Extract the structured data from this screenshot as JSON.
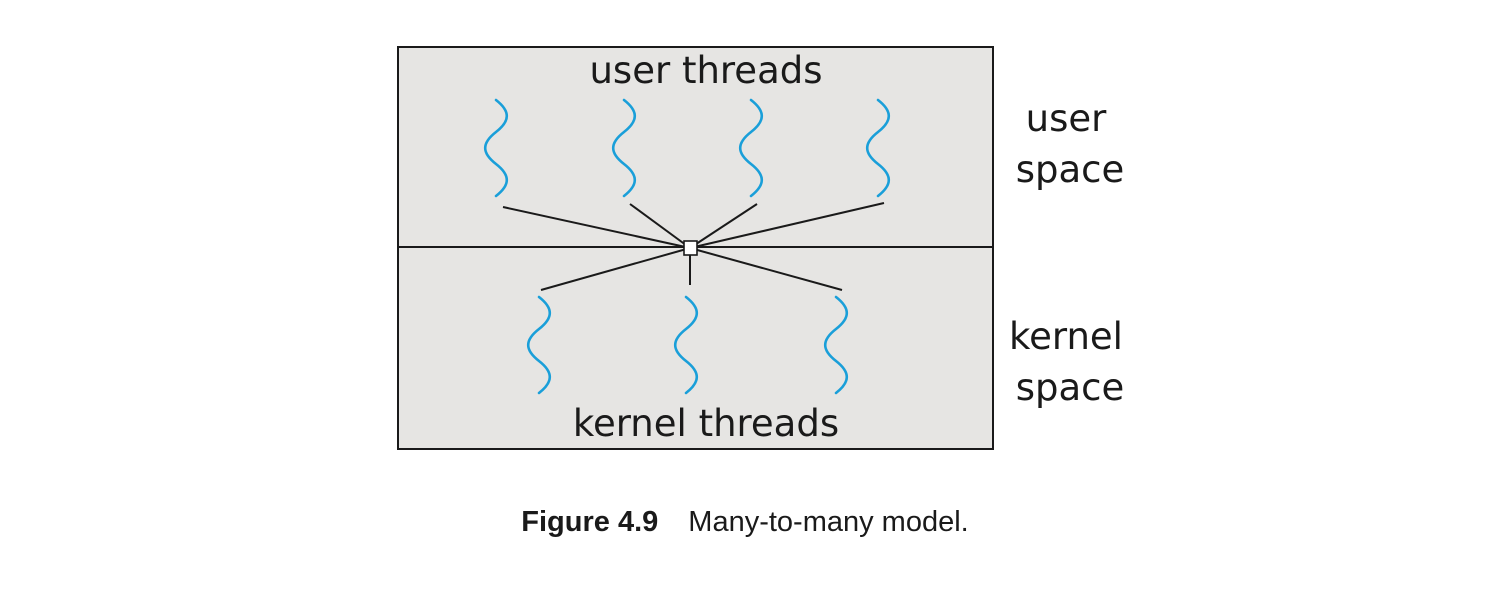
{
  "labels": {
    "user_threads": "user threads",
    "kernel_threads": "kernel threads",
    "user_space_line1": "user",
    "user_space_line2": "space",
    "kernel_space_line1": "kernel",
    "kernel_space_line2": "space"
  },
  "caption": {
    "figure_number": "Figure 4.9",
    "text": "Many-to-many model."
  },
  "colors": {
    "region_fill": "#e6e5e3",
    "thread_color": "#1a9fd9",
    "line_color": "#1a1a1a"
  },
  "counts": {
    "user_threads": 4,
    "kernel_threads": 3
  }
}
